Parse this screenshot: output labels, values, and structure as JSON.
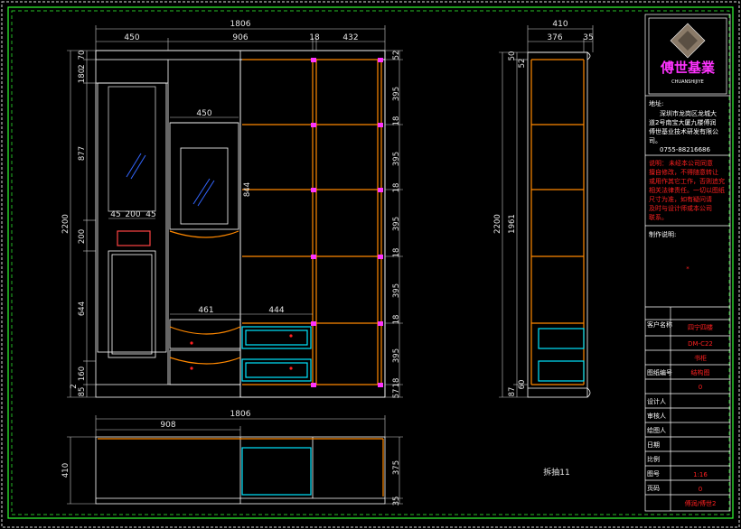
{
  "colors": {
    "background": "#000000",
    "frame": "#33ff33",
    "white": "#ffffff",
    "orange": "#ff8800",
    "cyan": "#00e5ff",
    "magenta": "#ff33ff",
    "red": "#ff2020",
    "blue": "#3366ff"
  },
  "front_view": {
    "top_widths": [
      "1806",
      "450",
      "906",
      "18",
      "432"
    ],
    "left_heights": [
      "70",
      "2",
      "180",
      "877",
      "2200",
      "200",
      "644",
      "160",
      "2",
      "85"
    ],
    "right_heights": [
      "52",
      "395",
      "18",
      "395",
      "18",
      "395",
      "18",
      "395",
      "18",
      "395",
      "18",
      "57"
    ],
    "inner_labels": [
      "450",
      "45",
      "200",
      "45",
      "461",
      "444",
      "844"
    ]
  },
  "side_view": {
    "top_widths": [
      "410",
      "376",
      "35"
    ],
    "left_heights": [
      "50",
      "52",
      "2200",
      "1961",
      "60",
      "87"
    ]
  },
  "plan_view": {
    "top_widths": [
      "1806",
      "908"
    ],
    "left_depth": "410",
    "right_depths": [
      "375",
      "35"
    ]
  },
  "view_label": "拆抽11",
  "title_block": {
    "logo_text": "傅世基業",
    "logo_sub": "CHUANSHIJIYE",
    "address_label": "地址:",
    "address_lines": [
      "深圳市龙岗区龙城大",
      "道2号南宝大厦九楼傅润",
      "傅世基业技术研发有限公",
      "司。"
    ],
    "phone": "0755-88216686",
    "notice_label": "说明：",
    "notice_lines": [
      "未经本公司同意",
      "擅自修改，不得随意转让",
      "或用作其它工作，否则追究",
      "相关法律责任。一切以图纸",
      "尺寸为准，如有疑问请",
      "及时与设计师或本公司",
      "联系。"
    ],
    "design_label": "制作说明:",
    "design_mark": "*",
    "client_label": "客户名称",
    "client_value": "四宁四楼",
    "code_value": "DM-C22",
    "item_value": "书柜",
    "view_value": "结构图",
    "drawing_no_label": "图纸编号",
    "drawing_no": "0",
    "field_labels": [
      "设计人",
      "审核人",
      "绘图人",
      "日期",
      "比例",
      "图号",
      "页码"
    ],
    "scale_value": "1:16",
    "page_value": "0",
    "footer_value": "傅润/傅世2"
  }
}
